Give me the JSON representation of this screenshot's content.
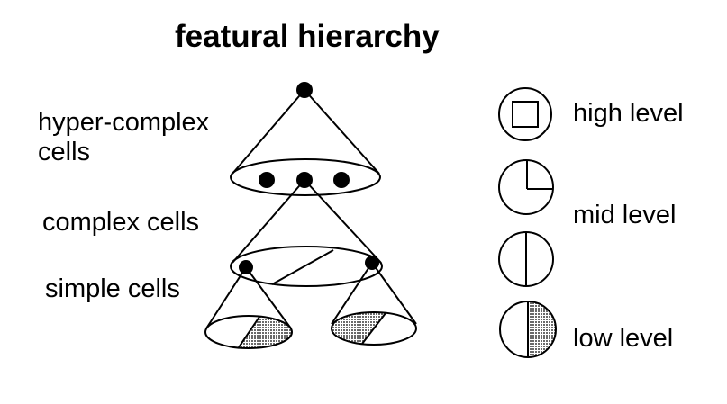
{
  "title": "featural hierarchy",
  "hierarchy_labels": {
    "hyper_complex_line1": "hyper-complex",
    "hyper_complex_line2": "cells",
    "complex": "complex cells",
    "simple": "simple cells"
  },
  "feature_levels": {
    "high": "high level",
    "mid": "mid level",
    "low": "low level"
  },
  "colors": {
    "ink": "#000000",
    "shading": "#888888",
    "background": "#ffffff"
  }
}
